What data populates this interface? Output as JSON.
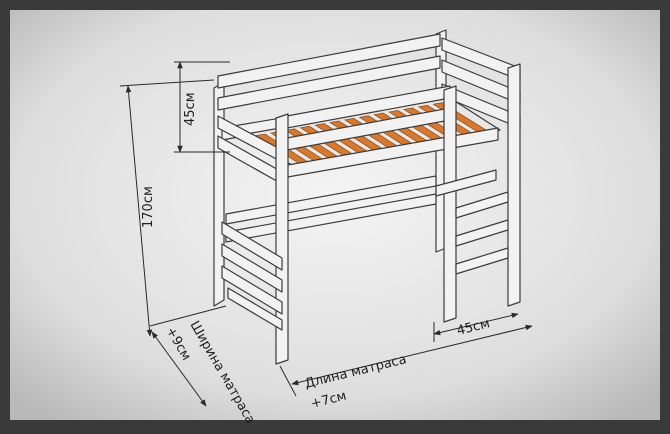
{
  "dimensions": {
    "rail_height": "45см",
    "total_height": "170см",
    "mattress_width_label": "Ширина матраса",
    "mattress_width_extra": "+9см",
    "mattress_length_label": "Длина матраса",
    "mattress_length_extra": "+7см",
    "ladder_width": "45см"
  },
  "colors": {
    "frame_fill": "#f2f2f2",
    "frame_stroke": "#3c3c3c",
    "slat_fill": "#d9782a",
    "background": "#dcdcdc",
    "border": "#3a3a3a",
    "dimension_line": "#2a2a2a"
  }
}
